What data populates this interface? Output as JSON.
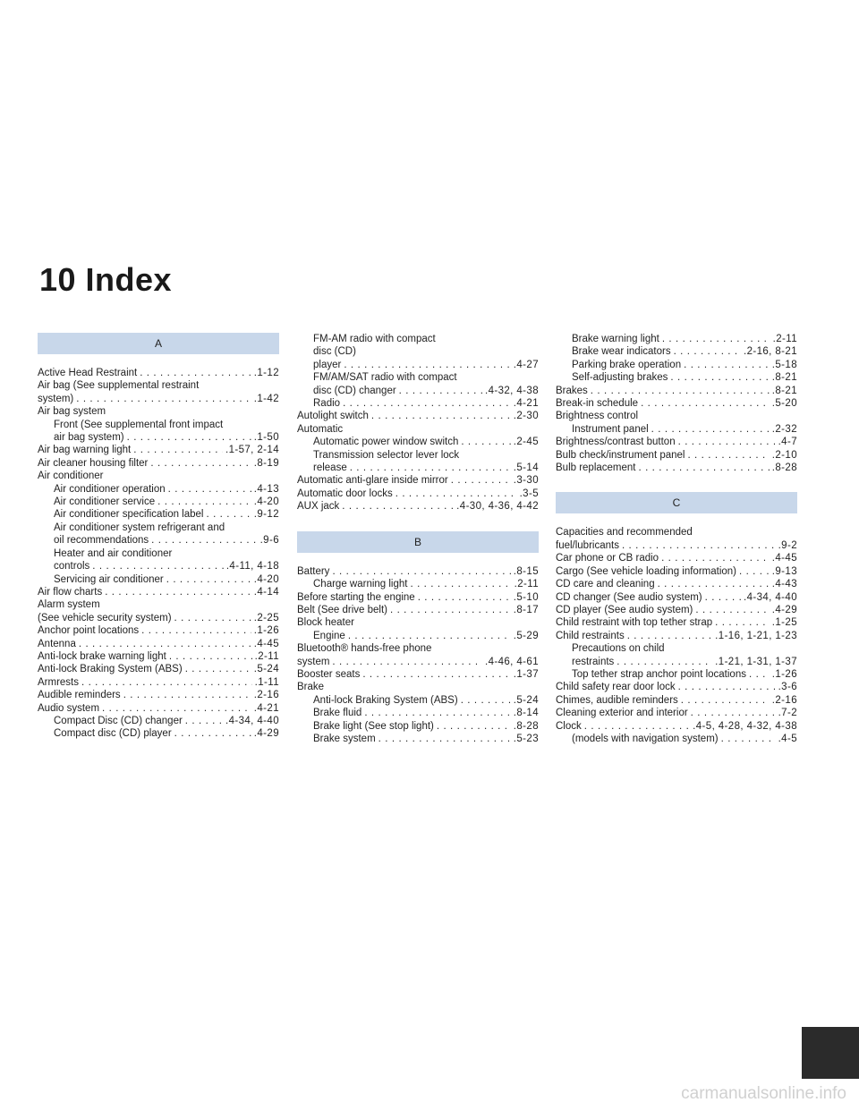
{
  "chapter_title": "10 Index",
  "watermark": "carmanualsonline.info",
  "columns": [
    [
      {
        "type": "header",
        "text": "A"
      },
      {
        "type": "entry",
        "level": 0,
        "term": "Active Head Restraint",
        "page": ".1-12"
      },
      {
        "type": "text",
        "level": 0,
        "term": "Air bag (See supplemental restraint"
      },
      {
        "type": "entry",
        "level": 0,
        "term": "system)",
        "page": ".1-42"
      },
      {
        "type": "text",
        "level": 0,
        "term": "Air bag system"
      },
      {
        "type": "text",
        "level": 1,
        "term": "Front (See supplemental front impact"
      },
      {
        "type": "entry",
        "level": 1,
        "term": "air bag system)",
        "page": ".1-50"
      },
      {
        "type": "entry",
        "level": 0,
        "term": "Air bag warning light",
        "page": ".1-57, 2-14"
      },
      {
        "type": "entry",
        "level": 0,
        "term": "Air cleaner housing filter",
        "page": ".8-19"
      },
      {
        "type": "text",
        "level": 0,
        "term": "Air conditioner"
      },
      {
        "type": "entry",
        "level": 1,
        "term": "Air conditioner operation",
        "page": ".4-13"
      },
      {
        "type": "entry",
        "level": 1,
        "term": "Air conditioner service",
        "page": ".4-20"
      },
      {
        "type": "entry",
        "level": 1,
        "term": "Air conditioner specification label",
        "page": ".9-12"
      },
      {
        "type": "text",
        "level": 1,
        "term": "Air conditioner system refrigerant and"
      },
      {
        "type": "entry",
        "level": 1,
        "term": "oil recommendations",
        "page": ".9-6"
      },
      {
        "type": "text",
        "level": 1,
        "term": "Heater and air conditioner"
      },
      {
        "type": "entry",
        "level": 1,
        "term": "controls",
        "page": ".4-11, 4-18"
      },
      {
        "type": "entry",
        "level": 1,
        "term": "Servicing air conditioner",
        "page": ".4-20"
      },
      {
        "type": "entry",
        "level": 0,
        "term": "Air flow charts",
        "page": ".4-14"
      },
      {
        "type": "text",
        "level": 0,
        "term": "Alarm system"
      },
      {
        "type": "entry",
        "level": 0,
        "term": "(See vehicle security system)",
        "page": ".2-25"
      },
      {
        "type": "entry",
        "level": 0,
        "term": "Anchor point locations",
        "page": ".1-26"
      },
      {
        "type": "entry",
        "level": 0,
        "term": "Antenna",
        "page": ".4-45"
      },
      {
        "type": "entry",
        "level": 0,
        "term": "Anti-lock brake warning light",
        "page": ".2-11"
      },
      {
        "type": "entry",
        "level": 0,
        "term": "Anti-lock Braking System (ABS)",
        "page": ".5-24"
      },
      {
        "type": "entry",
        "level": 0,
        "term": "Armrests",
        "page": ".1-11"
      },
      {
        "type": "entry",
        "level": 0,
        "term": "Audible reminders",
        "page": ".2-16"
      },
      {
        "type": "entry",
        "level": 0,
        "term": "Audio system",
        "page": ".4-21"
      },
      {
        "type": "entry",
        "level": 1,
        "term": "Compact Disc (CD) changer",
        "page": ".4-34, 4-40"
      },
      {
        "type": "entry",
        "level": 1,
        "term": "Compact disc (CD) player",
        "page": ".4-29"
      }
    ],
    [
      {
        "type": "text",
        "level": 1,
        "term": "FM-AM radio with compact"
      },
      {
        "type": "text",
        "level": 1,
        "term": "disc (CD)"
      },
      {
        "type": "entry",
        "level": 1,
        "term": "player",
        "page": ".4-27"
      },
      {
        "type": "text",
        "level": 1,
        "term": "FM/AM/SAT radio with compact"
      },
      {
        "type": "entry",
        "level": 1,
        "term": "disc (CD) changer",
        "page": ".4-32, 4-38"
      },
      {
        "type": "entry",
        "level": 1,
        "term": "Radio",
        "page": ".4-21"
      },
      {
        "type": "entry",
        "level": 0,
        "term": "Autolight switch",
        "page": ".2-30"
      },
      {
        "type": "text",
        "level": 0,
        "term": "Automatic"
      },
      {
        "type": "entry",
        "level": 1,
        "term": "Automatic power window switch",
        "page": ".2-45"
      },
      {
        "type": "text",
        "level": 1,
        "term": "Transmission selector lever lock"
      },
      {
        "type": "entry",
        "level": 1,
        "term": "release",
        "page": ".5-14"
      },
      {
        "type": "entry",
        "level": 0,
        "term": "Automatic anti-glare inside mirror",
        "page": ".3-30"
      },
      {
        "type": "entry",
        "level": 0,
        "term": "Automatic door locks",
        "page": ".3-5"
      },
      {
        "type": "entry",
        "level": 0,
        "term": "AUX jack",
        "page": ".4-30, 4-36, 4-42"
      },
      {
        "type": "header",
        "text": "B"
      },
      {
        "type": "entry",
        "level": 0,
        "term": "Battery",
        "page": ".8-15"
      },
      {
        "type": "entry",
        "level": 1,
        "term": "Charge warning light",
        "page": ".2-11"
      },
      {
        "type": "entry",
        "level": 0,
        "term": "Before starting the engine",
        "page": ".5-10"
      },
      {
        "type": "entry",
        "level": 0,
        "term": "Belt (See drive belt)",
        "page": ".8-17"
      },
      {
        "type": "text",
        "level": 0,
        "term": "Block heater"
      },
      {
        "type": "entry",
        "level": 1,
        "term": "Engine",
        "page": ".5-29"
      },
      {
        "type": "text",
        "level": 0,
        "term": "Bluetooth® hands-free phone"
      },
      {
        "type": "entry",
        "level": 0,
        "term": "system",
        "page": ".4-46, 4-61"
      },
      {
        "type": "entry",
        "level": 0,
        "term": "Booster seats",
        "page": ".1-37"
      },
      {
        "type": "text",
        "level": 0,
        "term": "Brake"
      },
      {
        "type": "entry",
        "level": 1,
        "term": "Anti-lock Braking System (ABS)",
        "page": ".5-24"
      },
      {
        "type": "entry",
        "level": 1,
        "term": "Brake fluid",
        "page": ".8-14"
      },
      {
        "type": "entry",
        "level": 1,
        "term": "Brake light (See stop light)",
        "page": ".8-28"
      },
      {
        "type": "entry",
        "level": 1,
        "term": "Brake system",
        "page": ".5-23"
      }
    ],
    [
      {
        "type": "entry",
        "level": 1,
        "term": "Brake warning light",
        "page": ".2-11"
      },
      {
        "type": "entry",
        "level": 1,
        "term": "Brake wear indicators",
        "page": ".2-16, 8-21"
      },
      {
        "type": "entry",
        "level": 1,
        "term": "Parking brake operation",
        "page": ".5-18"
      },
      {
        "type": "entry",
        "level": 1,
        "term": "Self-adjusting brakes",
        "page": ".8-21"
      },
      {
        "type": "entry",
        "level": 0,
        "term": "Brakes",
        "page": ".8-21"
      },
      {
        "type": "entry",
        "level": 0,
        "term": "Break-in schedule",
        "page": ".5-20"
      },
      {
        "type": "text",
        "level": 0,
        "term": "Brightness control"
      },
      {
        "type": "entry",
        "level": 1,
        "term": "Instrument panel",
        "page": ".2-32"
      },
      {
        "type": "entry",
        "level": 0,
        "term": "Brightness/contrast button",
        "page": ".4-7"
      },
      {
        "type": "entry",
        "level": 0,
        "term": "Bulb check/instrument panel",
        "page": ".2-10"
      },
      {
        "type": "entry",
        "level": 0,
        "term": "Bulb replacement",
        "page": ".8-28"
      },
      {
        "type": "header",
        "text": "C"
      },
      {
        "type": "text",
        "level": 0,
        "term": "Capacities and recommended"
      },
      {
        "type": "entry",
        "level": 0,
        "term": "fuel/lubricants",
        "page": ".9-2"
      },
      {
        "type": "entry",
        "level": 0,
        "term": "Car phone or CB radio",
        "page": ".4-45"
      },
      {
        "type": "entry",
        "level": 0,
        "term": "Cargo (See vehicle loading information)",
        "page": ".9-13"
      },
      {
        "type": "entry",
        "level": 0,
        "term": "CD care and cleaning",
        "page": ".4-43"
      },
      {
        "type": "entry",
        "level": 0,
        "term": "CD changer (See audio system)",
        "page": ".4-34, 4-40"
      },
      {
        "type": "entry",
        "level": 0,
        "term": "CD player (See audio system)",
        "page": ".4-29"
      },
      {
        "type": "entry",
        "level": 0,
        "term": "Child restraint with top tether strap",
        "page": ".1-25"
      },
      {
        "type": "entry",
        "level": 0,
        "term": "Child restraints",
        "page": ".1-16, 1-21, 1-23"
      },
      {
        "type": "text",
        "level": 1,
        "term": "Precautions on child"
      },
      {
        "type": "entry",
        "level": 1,
        "term": "restraints",
        "page": ".1-21, 1-31, 1-37"
      },
      {
        "type": "entry",
        "level": 1,
        "term": "Top tether strap anchor point locations",
        "page": ".1-26"
      },
      {
        "type": "entry",
        "level": 0,
        "term": "Child safety rear door lock",
        "page": ".3-6"
      },
      {
        "type": "entry",
        "level": 0,
        "term": "Chimes, audible reminders",
        "page": ".2-16"
      },
      {
        "type": "entry",
        "level": 0,
        "term": "Cleaning exterior and interior",
        "page": ".7-2"
      },
      {
        "type": "entry",
        "level": 0,
        "term": "Clock",
        "page": ".4-5, 4-28, 4-32, 4-38"
      },
      {
        "type": "entry",
        "level": 1,
        "term": "(models with navigation system)",
        "page": ".4-5"
      }
    ]
  ]
}
